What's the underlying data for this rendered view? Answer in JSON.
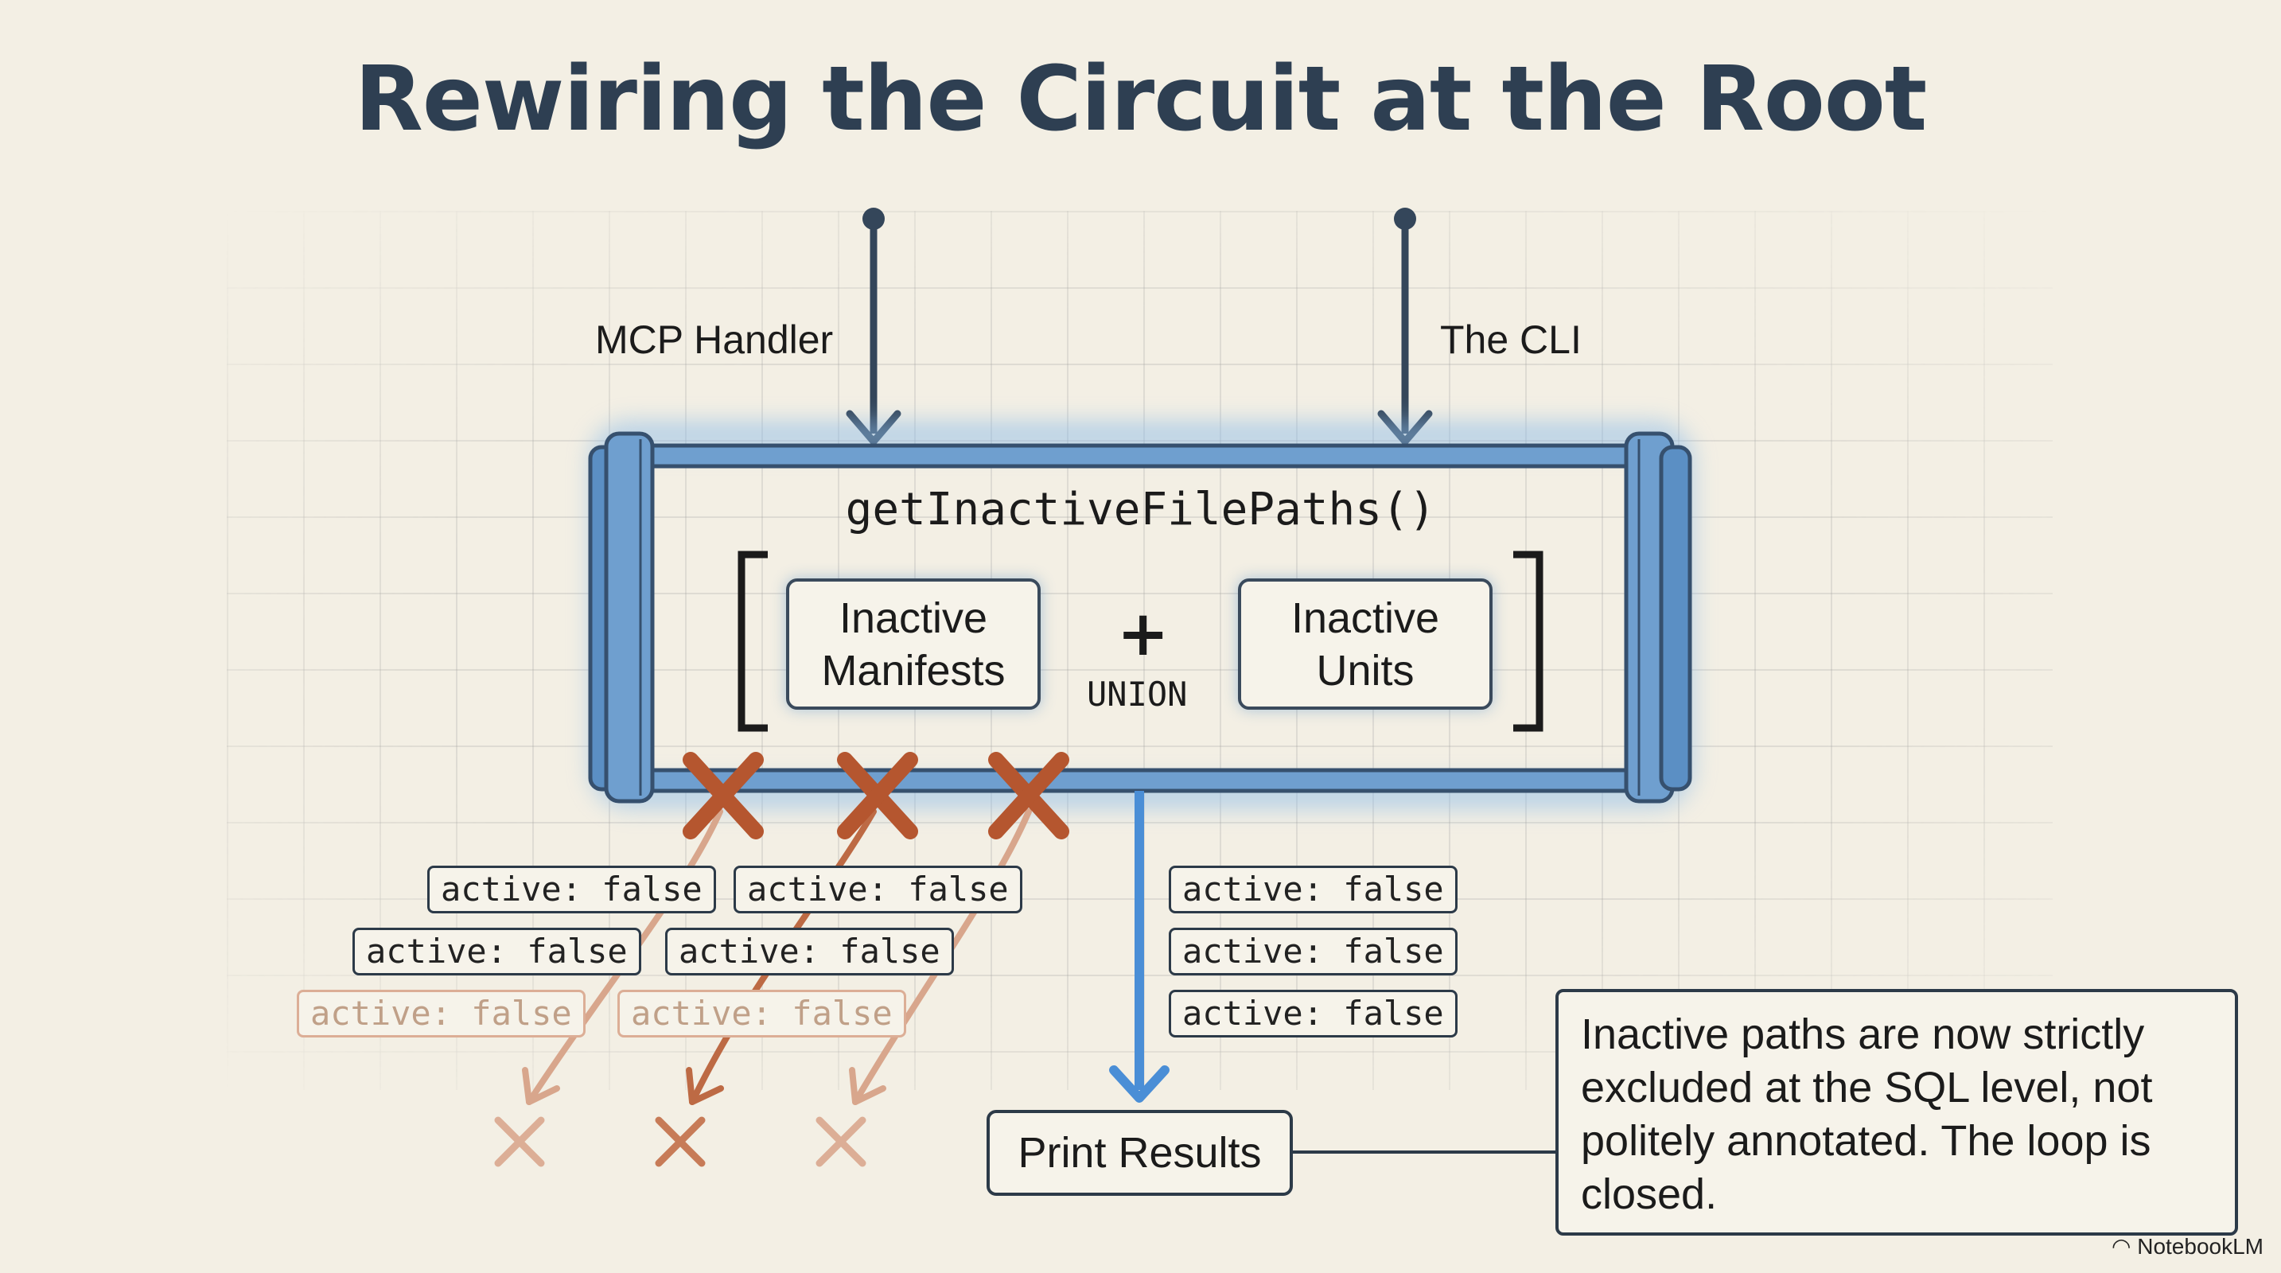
{
  "title": "Rewiring the Circuit at the Root",
  "inputs": {
    "left_label": "MCP Handler",
    "right_label": "The CLI"
  },
  "function_name": "getInactiveFilePaths()",
  "union": {
    "left_box": [
      "Inactive",
      "Manifests"
    ],
    "right_box": [
      "Inactive",
      "Units"
    ],
    "operator": "+",
    "operator_label": "UNION"
  },
  "excluded_records": [
    "active: false",
    "active: false",
    "active: false",
    "active: false",
    "active: false",
    "active: false"
  ],
  "passed_records": [
    "active: false",
    "active: false",
    "active: false"
  ],
  "output_label": "Print Results",
  "note": "Inactive paths are now strictly excluded at the SQL level, not politely annotated. The loop is closed.",
  "brand": "NotebookLM",
  "colors": {
    "title": "#2e3f52",
    "pipe_blue": "#5b8fc4",
    "flow_blue": "#4a8ed6",
    "blocked_red": "#b5562f",
    "faded_tan": "#dcae96",
    "background": "#f3efe4"
  }
}
